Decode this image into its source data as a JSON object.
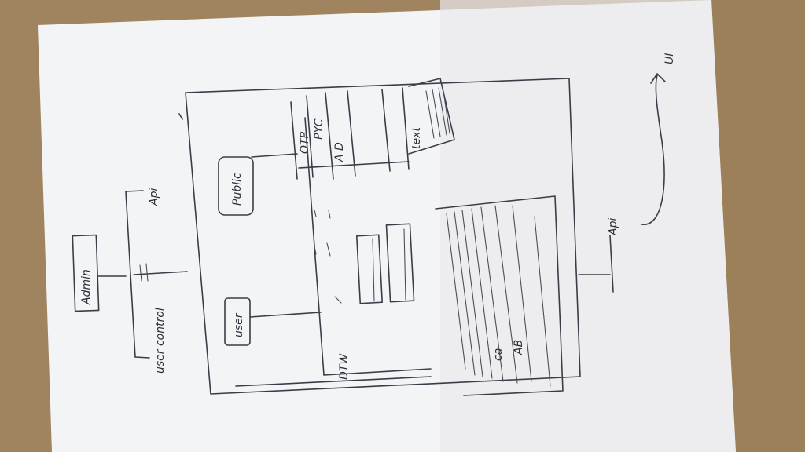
{
  "photo": {
    "subject": "hand-drawn wireframe sketch on paper",
    "colors": {
      "table": "#a0845f",
      "paper": "#f4f5f7",
      "ink": "#3a3d48"
    }
  },
  "labels": {
    "admin": "Admin",
    "user_control": "user control",
    "api_top": "Api",
    "user_box": "user",
    "public_box": "Public",
    "api_right": "Api",
    "ui": "UI",
    "dtw": "DTW",
    "otp": "OTP",
    "pyc": "PYC",
    "ad": "A D",
    "text": "text",
    "ca": "ca",
    "ab": "AB"
  }
}
